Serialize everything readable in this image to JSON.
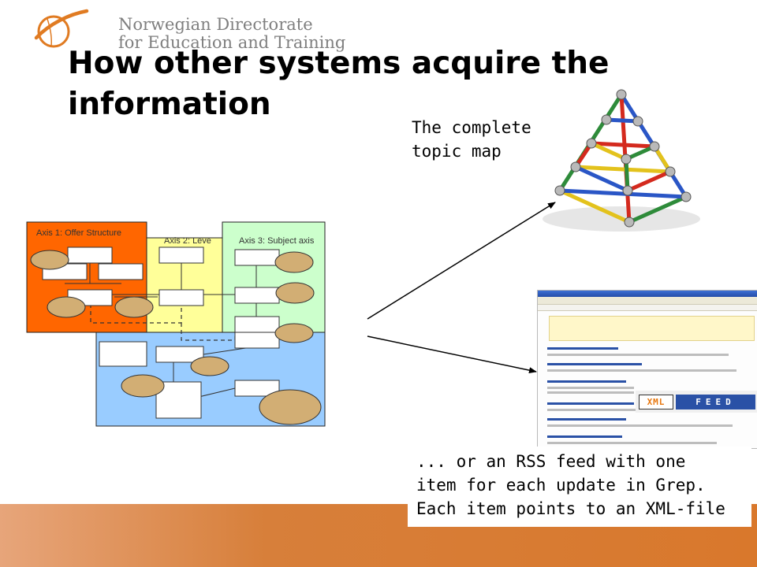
{
  "logo": {
    "line1": "Norwegian Directorate",
    "line2": "for Education and Training",
    "icon": "directorate-globe-logo"
  },
  "slide": {
    "title": "How other systems acquire the information",
    "caption_top_line1": "The complete",
    "caption_top_line2": "topic map",
    "caption_bottom_line1": "... or an RSS feed with one",
    "caption_bottom_line2": "item for each update in Grep.",
    "caption_bottom_line3": "Each item points to an XML-file"
  },
  "diagram": {
    "axis1_label": "Axis 1: Offer Structure",
    "axis2_label": "Axis 2: Leve",
    "axis3_label": "Axis 3: Subject axis"
  },
  "xml_feed": {
    "left": "XML",
    "right": "FEED"
  },
  "colors": {
    "orange": "#ff6600",
    "yellow": "#ffff99",
    "green": "#ccffcc",
    "blue": "#99ccff",
    "ellipse": "#d2ae74",
    "footer": "#d9782c"
  }
}
